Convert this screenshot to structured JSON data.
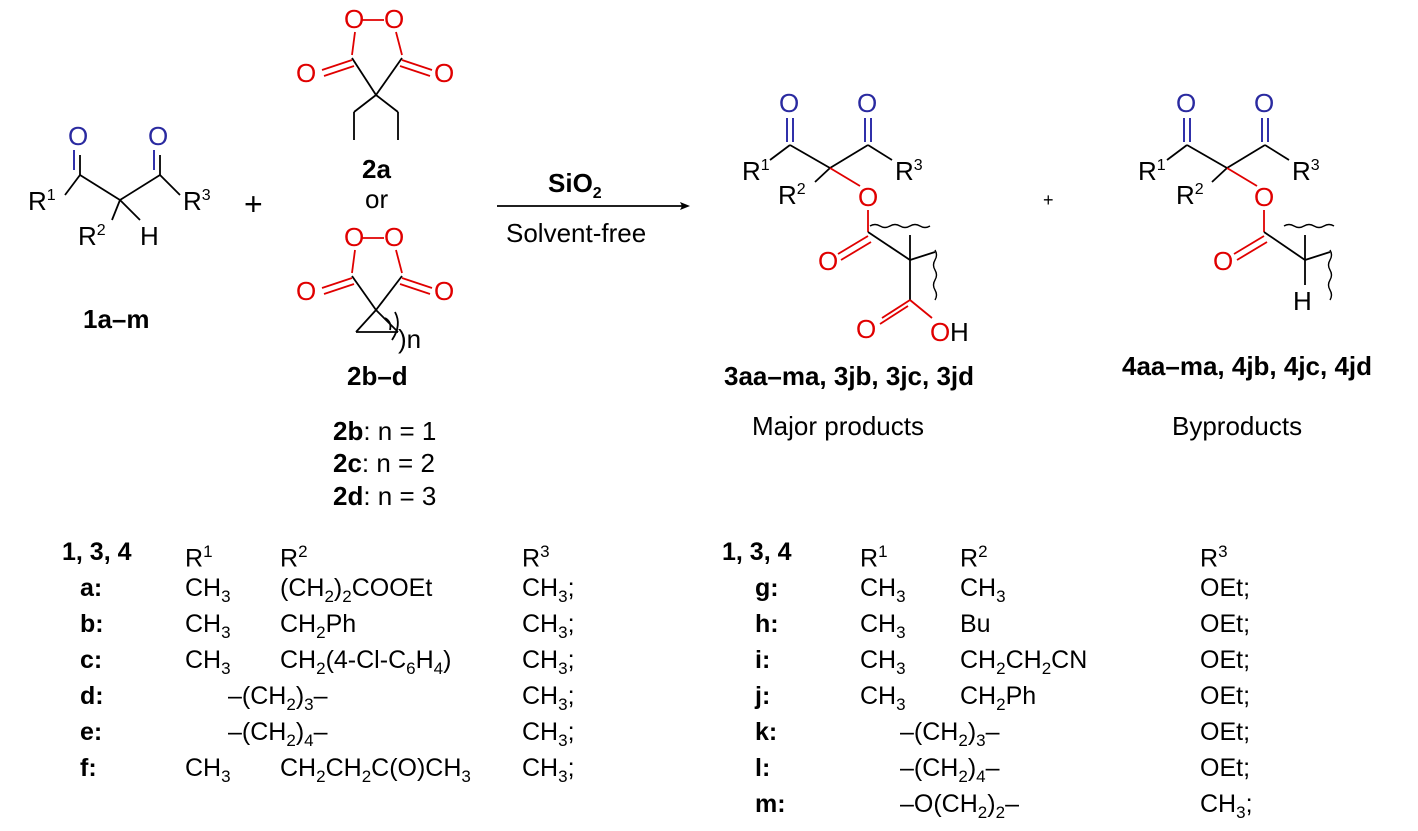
{
  "reagents": {
    "r1": "R",
    "r1_sup": "1",
    "r2": "R",
    "r2_sup": "2",
    "r3": "R",
    "r3_sup": "3",
    "h": "H",
    "o": "O",
    "plus": "+",
    "small_plus": "+",
    "compound_1": "1a–m",
    "compound_2a": "2a",
    "or": "or",
    "compound_2bd": "2b–d",
    "n_label": ")n",
    "n_values": [
      {
        "code": "2b",
        "text": ": n = 1"
      },
      {
        "code": "2c",
        "text": ": n = 2"
      },
      {
        "code": "2d",
        "text": ": n = 3"
      }
    ]
  },
  "arrow": {
    "reagent_main": "SiO",
    "reagent_sub": "2",
    "condition": "Solvent-free"
  },
  "products": {
    "major_label": "3aa–ma, 3jb, 3jc, 3jd",
    "major_caption": "Major products",
    "by_label": "4aa–ma, 4jb, 4jc, 4jd",
    "by_caption": "Byproducts",
    "oh": "OH",
    "h": "H"
  },
  "table_left": {
    "header": {
      "code": "1, 3, 4",
      "r1": "R1",
      "r2": "R2",
      "r3": "R3"
    },
    "rows": [
      {
        "code": "a",
        "r1": "CH3",
        "r2": "(CH2)2COOEt",
        "r3": "CH3;"
      },
      {
        "code": "b",
        "r1": "CH3",
        "r2": "CH2Ph",
        "r3": "CH3;"
      },
      {
        "code": "c",
        "r1": "CH3",
        "r2": "CH2(4-Cl-C6H4)",
        "r3": "CH3;"
      },
      {
        "code": "d",
        "r1": "",
        "r2": "–(CH2)3–",
        "r3": "CH3;"
      },
      {
        "code": "e",
        "r1": "",
        "r2": "–(CH2)4–",
        "r3": "CH3;"
      },
      {
        "code": "f",
        "r1": "CH3",
        "r2": "CH2CH2C(O)CH3",
        "r3": "CH3;"
      }
    ]
  },
  "table_right": {
    "header": {
      "code": "1, 3, 4",
      "r1": "R1",
      "r2": "R2",
      "r3": "R3"
    },
    "rows": [
      {
        "code": "g",
        "r1": "CH3",
        "r2": "CH3",
        "r3": "OEt;"
      },
      {
        "code": "h",
        "r1": "CH3",
        "r2": "Bu",
        "r3": "OEt;"
      },
      {
        "code": "i",
        "r1": "CH3",
        "r2": "CH2CH2CN",
        "r3": "OEt;"
      },
      {
        "code": "j",
        "r1": "CH3",
        "r2": "CH2Ph",
        "r3": "OEt;"
      },
      {
        "code": "k",
        "r1": "",
        "r2": "–(CH2)3–",
        "r3": "OEt;"
      },
      {
        "code": "l",
        "r1": "",
        "r2": "–(CH2)4–",
        "r3": "OEt;"
      },
      {
        "code": "m",
        "r1": "",
        "r2": "–O(CH2)2–",
        "r3": "CH3;"
      }
    ]
  },
  "colors": {
    "carbonyl_o": "#2a2aa0",
    "peroxide": "#e00000",
    "bond": "#000000"
  }
}
